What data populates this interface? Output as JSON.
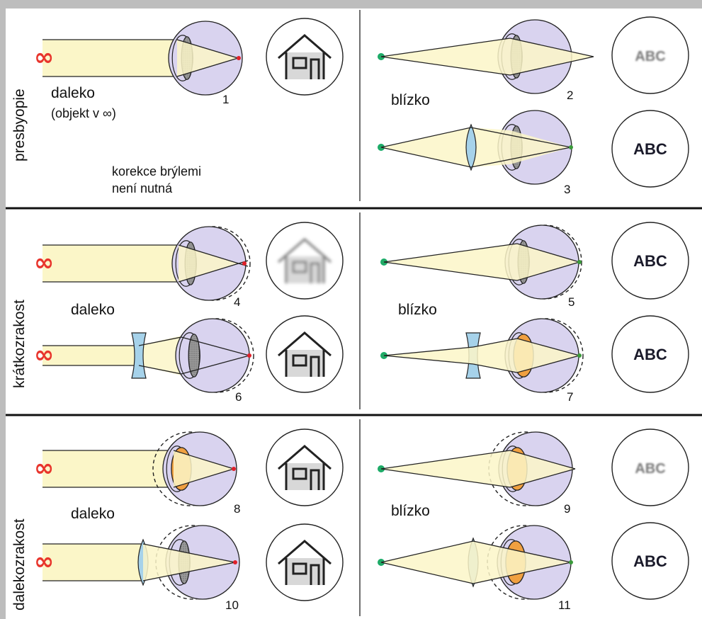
{
  "infinity_symbol": "∞",
  "colors": {
    "background": "#bdbdbd",
    "panel": "#ffffff",
    "beam": "#fbf6c8",
    "eye": "#d9d3ef",
    "lens_dark": "#8c8c8c",
    "lens_orange": "#f0a040",
    "corrective_lens": "#a6d2ea",
    "focus_red": "#e0202a",
    "focus_green": "#3a9a3a",
    "infinity": "#e8352c"
  },
  "rows": [
    {
      "label": "presbyopie",
      "left": {
        "distance": "daleko",
        "note": "(objekt v ∞)",
        "note2_line1": "korekce brýlemi",
        "note2_line2": "není nutná",
        "fig_top": "1"
      },
      "right": {
        "distance": "blízko",
        "fig_top": "2",
        "fig_bottom": "3"
      },
      "circles": {
        "left_top": "house",
        "right_top": "ABC",
        "right_bottom": "ABC"
      }
    },
    {
      "label": "krátkozrakost",
      "left": {
        "distance": "daleko",
        "fig_top": "4",
        "fig_bottom": "6"
      },
      "right": {
        "distance": "blízko",
        "fig_top": "5",
        "fig_bottom": "7"
      },
      "circles": {
        "left_top": "house",
        "left_bottom": "house",
        "right_top": "ABC",
        "right_bottom": "ABC"
      }
    },
    {
      "label": "dalekozrakost",
      "left": {
        "distance": "daleko",
        "fig_top": "8",
        "fig_bottom": "10"
      },
      "right": {
        "distance": "blízko",
        "fig_top": "9",
        "fig_bottom": "11"
      },
      "circles": {
        "left_top": "house",
        "left_bottom": "house",
        "right_top": "ABC",
        "right_bottom": "ABC"
      }
    }
  ]
}
